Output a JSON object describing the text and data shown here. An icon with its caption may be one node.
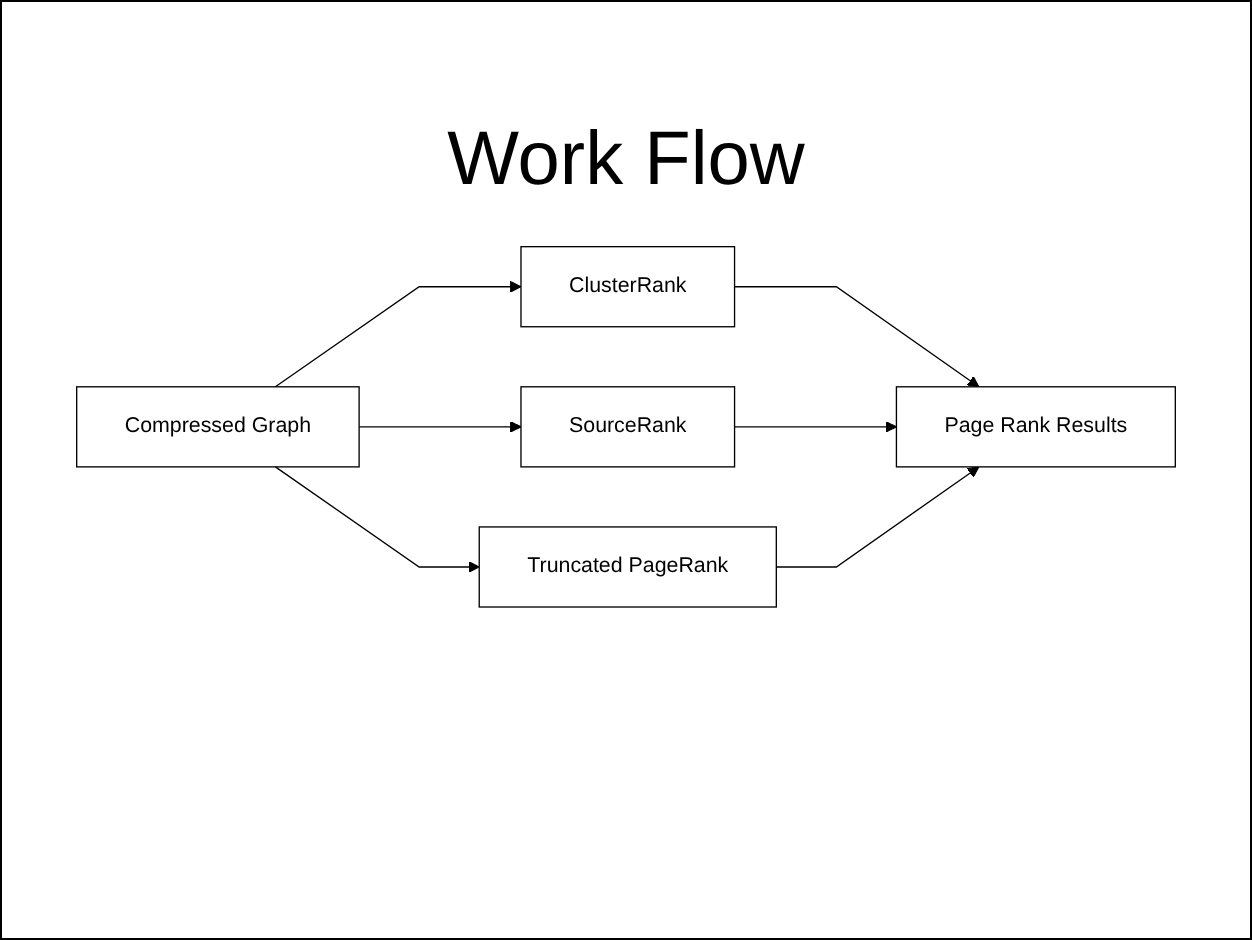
{
  "diagram": {
    "title": "Work Flow",
    "nodes": [
      {
        "text": [
          "Compressed Graph"
        ]
      },
      {
        "text": [
          "ClusterRank"
        ]
      },
      {
        "text": [
          "SourceRank"
        ]
      },
      {
        "text": [
          "Truncated PageRank"
        ]
      },
      {
        "text": [
          "Page Rank Results"
        ]
      }
    ],
    "edges": [
      {
        "from": 0,
        "to": 1,
        "arrow": "to"
      },
      {
        "from": 0,
        "to": 2,
        "arrow": "to"
      },
      {
        "from": 0,
        "to": 3,
        "arrow": "to"
      },
      {
        "from": 1,
        "to": 4,
        "arrow": "to"
      },
      {
        "from": 2,
        "to": 4,
        "arrow": "to"
      },
      {
        "from": 3,
        "to": 4,
        "arrow": "to"
      }
    ]
  }
}
